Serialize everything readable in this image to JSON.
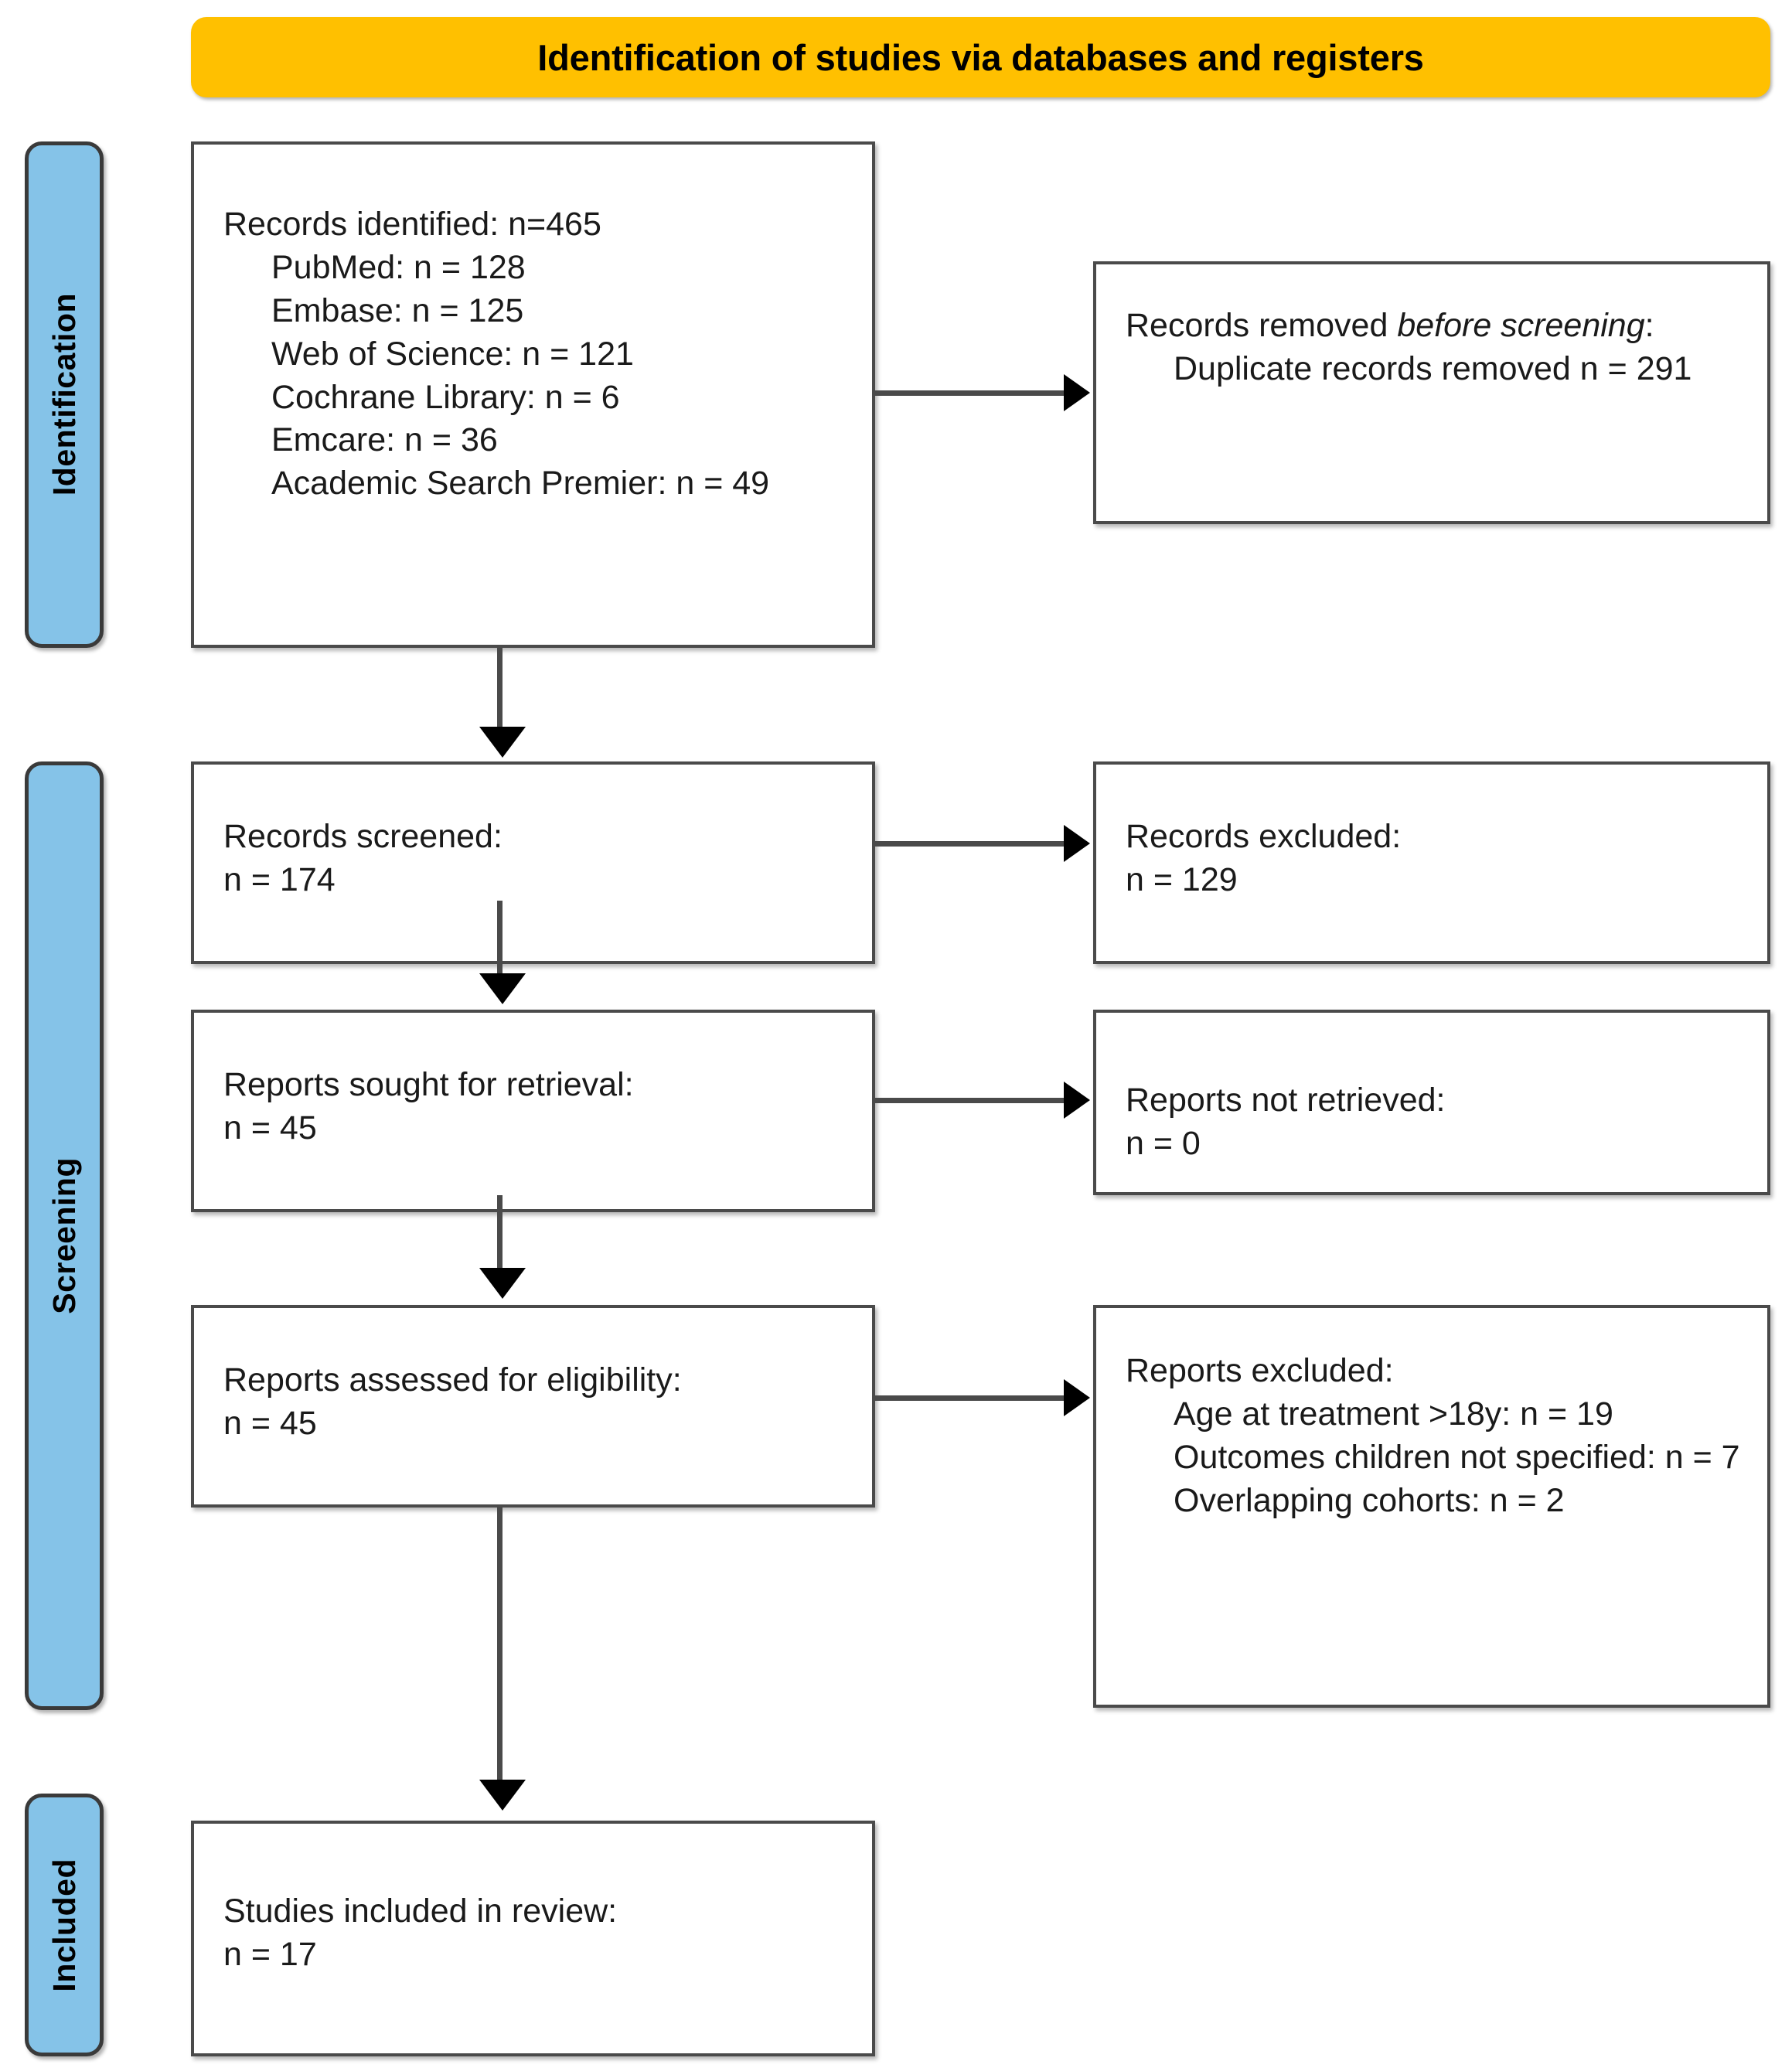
{
  "banner": {
    "title": "Identification of studies via databases and registers"
  },
  "stages": {
    "identification": "Identification",
    "screening": "Screening",
    "included": "Included"
  },
  "boxes": {
    "identified": {
      "heading": "Records identified: n=465",
      "items": [
        "PubMed: n = 128",
        "Embase: n = 125",
        "Web of Science: n = 121",
        "Cochrane Library: n = 6",
        "Emcare: n = 36",
        "Academic Search Premier: n = 49"
      ]
    },
    "removed": {
      "heading_plain": "Records removed ",
      "heading_italic": "before screening",
      "heading_colon": ":",
      "items": [
        "Duplicate records removed n = 291"
      ]
    },
    "screened": {
      "label": "Records screened:",
      "count": "n = 174"
    },
    "excluded_records": {
      "label": "Records excluded:",
      "count": "n = 129"
    },
    "sought": {
      "label": "Reports sought for retrieval:",
      "count": "n = 45"
    },
    "not_retrieved": {
      "label": "Reports not retrieved:",
      "count": "n = 0"
    },
    "assessed": {
      "label": "Reports assessed for eligibility:",
      "count": "n = 45"
    },
    "excluded_reports": {
      "heading": "Reports excluded:",
      "items": [
        "Age at treatment >18y: n = 19",
        "Outcomes children not specified: n = 7",
        "Overlapping cohorts: n = 2"
      ]
    },
    "included": {
      "label": "Studies included in review:",
      "count": "n = 17"
    }
  },
  "colors": {
    "banner_fill": "#FFC000",
    "stage_fill": "#85C3E8",
    "box_border": "#4A4A4A",
    "connector": "#4A4A4A",
    "arrowhead": "#000000"
  }
}
